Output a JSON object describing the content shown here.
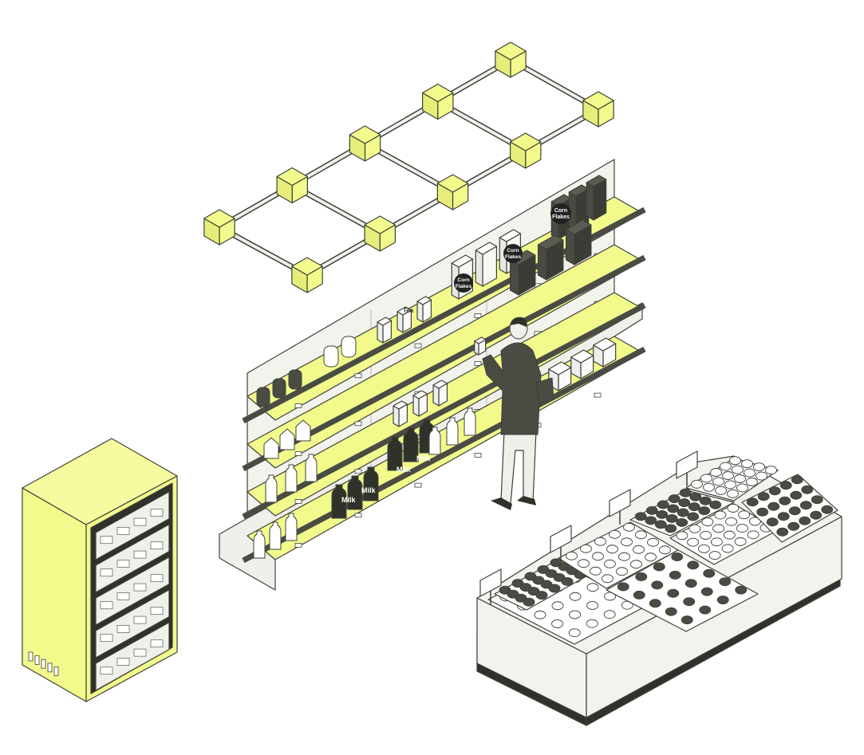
{
  "colors": {
    "accent": "#f3fa8c",
    "dark": "#4a4c44",
    "light": "#f3f3ee",
    "line": "#3f4139"
  },
  "labels": {
    "cereal": "Corn Flakes",
    "cereal_line1": "Corn",
    "cereal_line2": "Flakes",
    "milk": "Milk",
    "tea": "Tea"
  }
}
